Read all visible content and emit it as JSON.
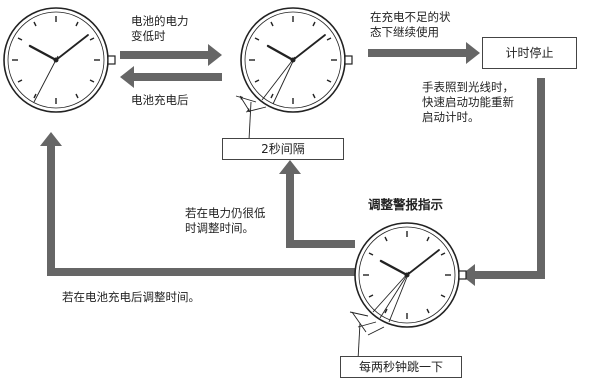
{
  "labels": {
    "battery_low": [
      "电池的电力",
      "变低时"
    ],
    "battery_charged": "电池充电后",
    "insufficient_charge": [
      "在充电不足的状",
      "态下继续使用"
    ],
    "stop_timing": "计时停止",
    "restart_when_lit": [
      "手表照到光线时，",
      "快速启动功能重新",
      "启动计时。"
    ],
    "two_sec_interval": "2秒间隔",
    "warning_title": "调整警报指示",
    "adjust_time_if_low": [
      "若在电力仍很低",
      "时调整时间。"
    ],
    "adjust_after_charge": "若在电池充电后调整时间。",
    "one_sec_jump": "每两秒钟跳一下"
  },
  "colors": {
    "arrow": "#666666",
    "line": "#222222"
  }
}
